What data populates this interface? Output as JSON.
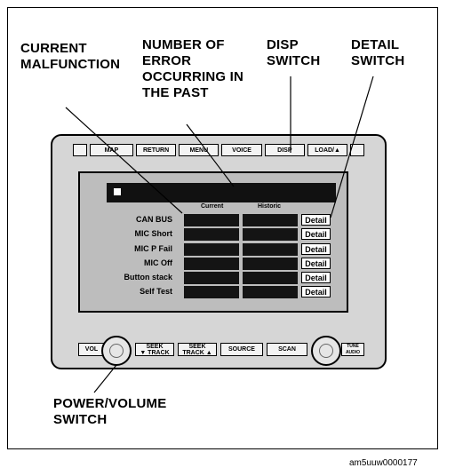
{
  "callouts": {
    "current_malfunction": "CURRENT\nMALFUNCTION",
    "number_of_error": "NUMBER OF\nERROR\nOCCURRING IN\nTHE PAST",
    "disp_switch": "DISP\nSWITCH",
    "detail_switch": "DETAIL\nSWITCH",
    "power_volume_switch": "POWER/VOLUME\nSWITCH"
  },
  "top_buttons": [
    "MAP",
    "RETURN",
    "MENU",
    "VOICE",
    "DISP",
    "LOAD/▲"
  ],
  "screen": {
    "column_current": "Current",
    "column_historic": "Historic",
    "rows": [
      {
        "label": "CAN BUS",
        "detail": "Detail"
      },
      {
        "label": "MIC Short",
        "detail": "Detail"
      },
      {
        "label": "MIC P Fail",
        "detail": "Detail"
      },
      {
        "label": "MIC Off",
        "detail": "Detail"
      },
      {
        "label": "Button stack",
        "detail": "Detail"
      },
      {
        "label": "Self Test",
        "detail": "Detail"
      }
    ]
  },
  "bottom_buttons": {
    "vol": "VOL",
    "seek_track": "SEEK\n▼ TRACK",
    "seek_track2": "SEEK\nTRACK ▲",
    "source": "SOURCE",
    "scan": "SCAN",
    "tune_audio": "TUNE\nAUDIO"
  },
  "figure_code": "am5uuw0000177"
}
